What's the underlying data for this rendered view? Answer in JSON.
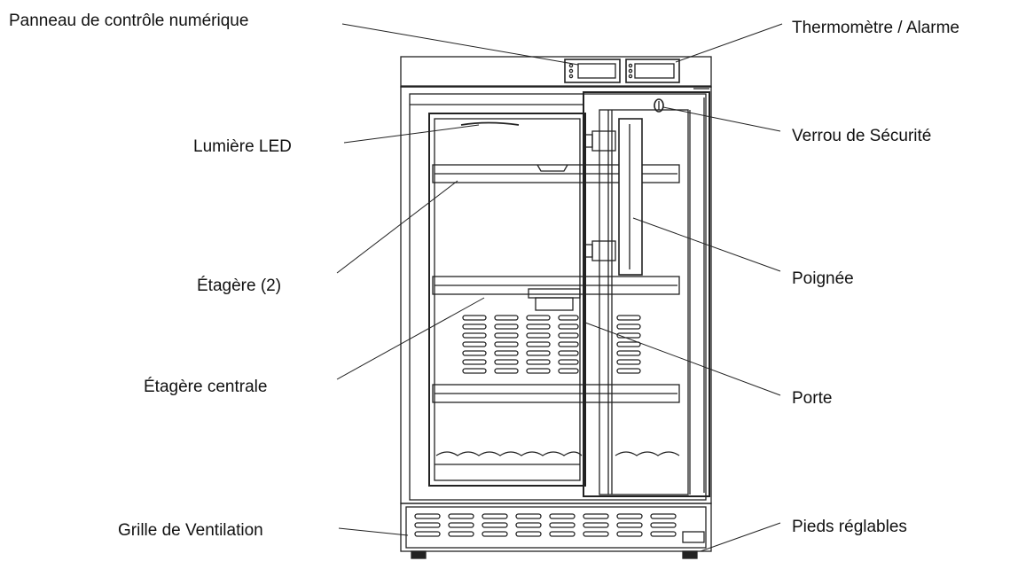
{
  "labels": {
    "control_panel": "Panneau de contrôle numérique",
    "led_light": "Lumière LED",
    "shelves": "Étagère (2)",
    "center_shelf": "Étagère centrale",
    "vent_grille": "Grille de Ventilation",
    "thermometer_alarm": "Thermomètre / Alarme",
    "safety_lock": "Verrou de Sécurité",
    "handle": "Poignée",
    "door": "Porte",
    "adjustable_feet": "Pieds réglables"
  },
  "colors": {
    "line": "#222222",
    "text": "#111111",
    "fill": "#ffffff"
  }
}
